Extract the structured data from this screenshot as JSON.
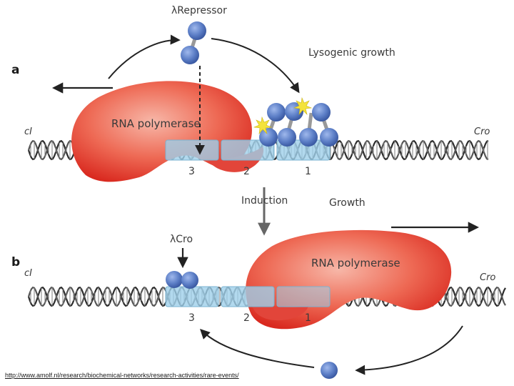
{
  "panel_a": {
    "letter": "a",
    "protein_label": "λRepressor",
    "growth_label": "Lysogenic growth",
    "polymerase_label": "RNA polymerase",
    "left_gene": "cI",
    "right_gene": "Cro",
    "site_labels": [
      "3",
      "2",
      "1"
    ]
  },
  "transition": {
    "induction_label": "Induction",
    "growth_label": "Growth"
  },
  "panel_b": {
    "letter": "b",
    "protein_label": "λCro",
    "polymerase_label": "RNA polymerase",
    "left_gene": "cI",
    "right_gene": "Cro",
    "site_labels": [
      "3",
      "2",
      "1"
    ]
  },
  "source": {
    "url_text": "http://www.amolf.nl/research/biochemical-networks/research-activities/rare-events/"
  },
  "colors": {
    "polymerase": "#e8473a",
    "protein": "#5d7fc7",
    "operator_box": "#9fd0ea",
    "dna": "#2b2b2b",
    "arrow": "#222222"
  }
}
